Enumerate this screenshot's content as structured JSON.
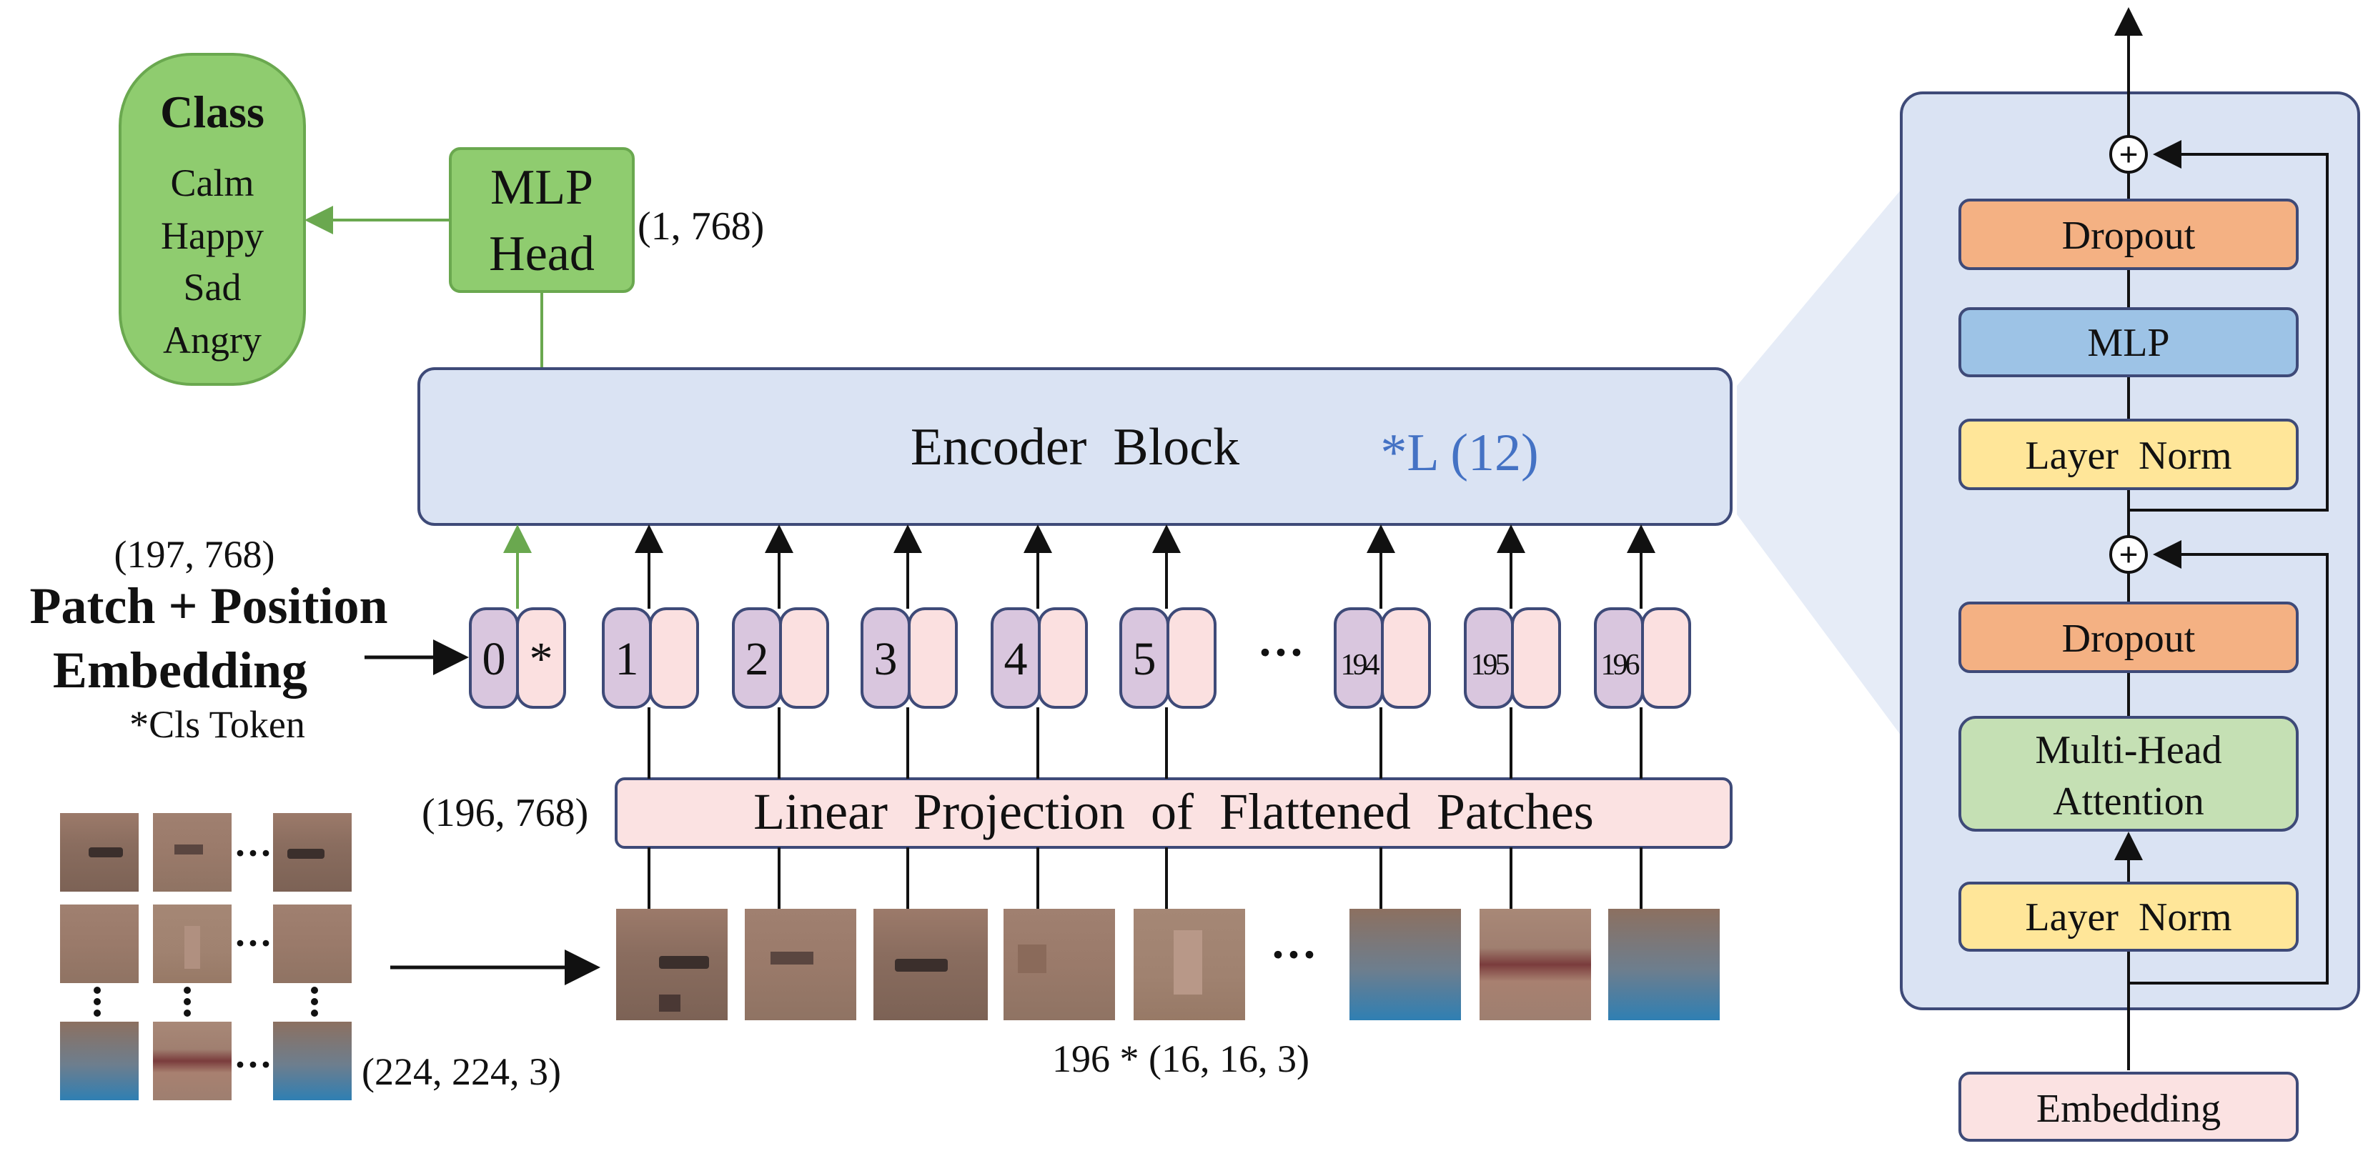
{
  "class_box": {
    "title": "Class",
    "items": [
      "Calm",
      "Happy",
      "Sad",
      "Angry"
    ]
  },
  "mlp_head": {
    "line1": "MLP",
    "line2": "Head",
    "shape": "(1, 768)"
  },
  "encoder": {
    "label": "Encoder  Block",
    "repeat": "*L (12)"
  },
  "embedding_label": {
    "shape": "(197, 768)",
    "line1": "Patch + Position",
    "line2": "Embedding",
    "note": "*Cls Token"
  },
  "tokens": [
    {
      "index": "0",
      "tag": "*"
    },
    {
      "index": "1",
      "tag": ""
    },
    {
      "index": "2",
      "tag": ""
    },
    {
      "index": "3",
      "tag": ""
    },
    {
      "index": "4",
      "tag": ""
    },
    {
      "index": "5",
      "tag": ""
    },
    {
      "index": "194",
      "tag": ""
    },
    {
      "index": "195",
      "tag": ""
    },
    {
      "index": "196",
      "tag": ""
    }
  ],
  "ellipsis": "···",
  "projection": {
    "label": "Linear  Projection  of  Flattened  Patches",
    "shape": "(196, 768)"
  },
  "input_image": {
    "shape": "(224, 224, 3)"
  },
  "patches": {
    "shape": "196 * (16, 16, 3)"
  },
  "encoder_detail": {
    "top_dropout": "Dropout",
    "mlp": "MLP",
    "top_norm": "Layer  Norm",
    "bottom_dropout": "Dropout",
    "attention_line1": "Multi-Head",
    "attention_line2": "Attention",
    "bottom_norm": "Layer  Norm",
    "embedding": "Embedding",
    "plus": "+"
  },
  "colors": {
    "green_fill": "#8fcc6f",
    "green_stroke": "#6aa84f",
    "encoder_fill": "#dae3f3",
    "encoder_stroke": "#3e4a78",
    "token_purple": "#d9c6de",
    "token_pink": "#fbe0e0",
    "projection_fill": "#fbe2e2",
    "dropout": "#f4b183",
    "mlp_blue": "#9dc3e6",
    "layernorm": "#ffe699",
    "attention": "#c5e0b4",
    "embedding_fill": "#fbe2e2",
    "panel": "#dae3f3",
    "accent_blue": "#4472c4"
  }
}
